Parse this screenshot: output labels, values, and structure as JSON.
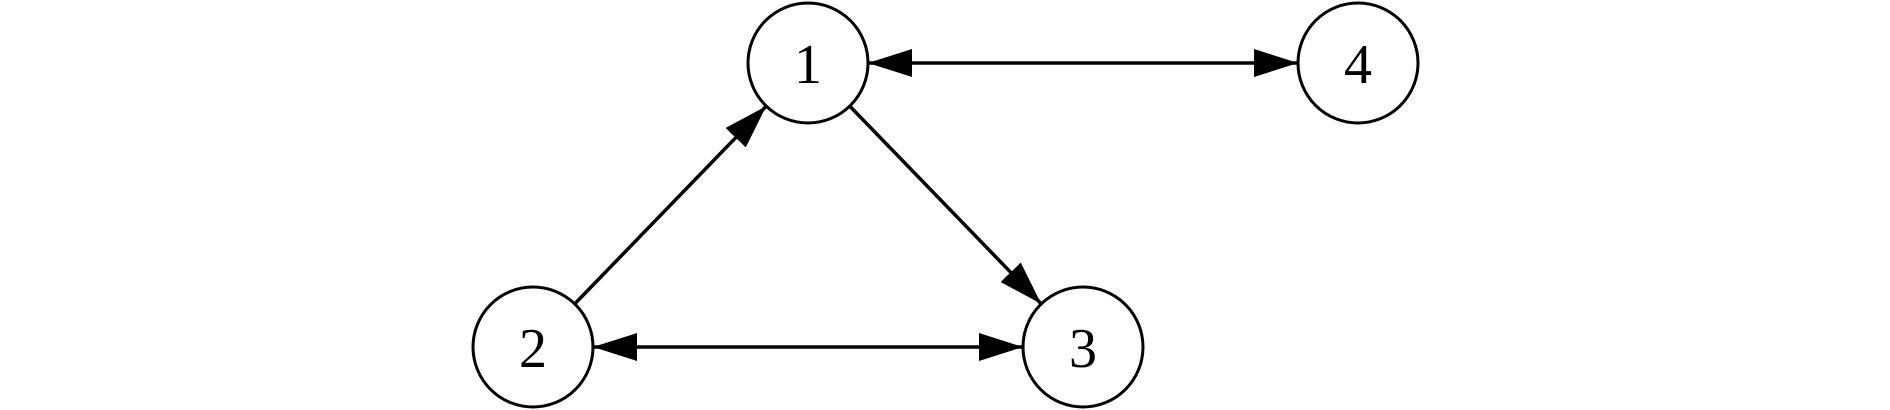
{
  "diagram": {
    "colors": {
      "stroke": "#000000",
      "background": "#ffffff"
    },
    "nodes": [
      {
        "id": "1",
        "label": "1"
      },
      {
        "id": "2",
        "label": "2"
      },
      {
        "id": "3",
        "label": "3"
      },
      {
        "id": "4",
        "label": "4"
      }
    ],
    "edges": [
      {
        "from": "2",
        "to": "1",
        "direction": "forward"
      },
      {
        "from": "1",
        "to": "3",
        "direction": "forward"
      },
      {
        "from": "2",
        "to": "3",
        "direction": "both"
      },
      {
        "from": "1",
        "to": "4",
        "direction": "both"
      }
    ]
  }
}
